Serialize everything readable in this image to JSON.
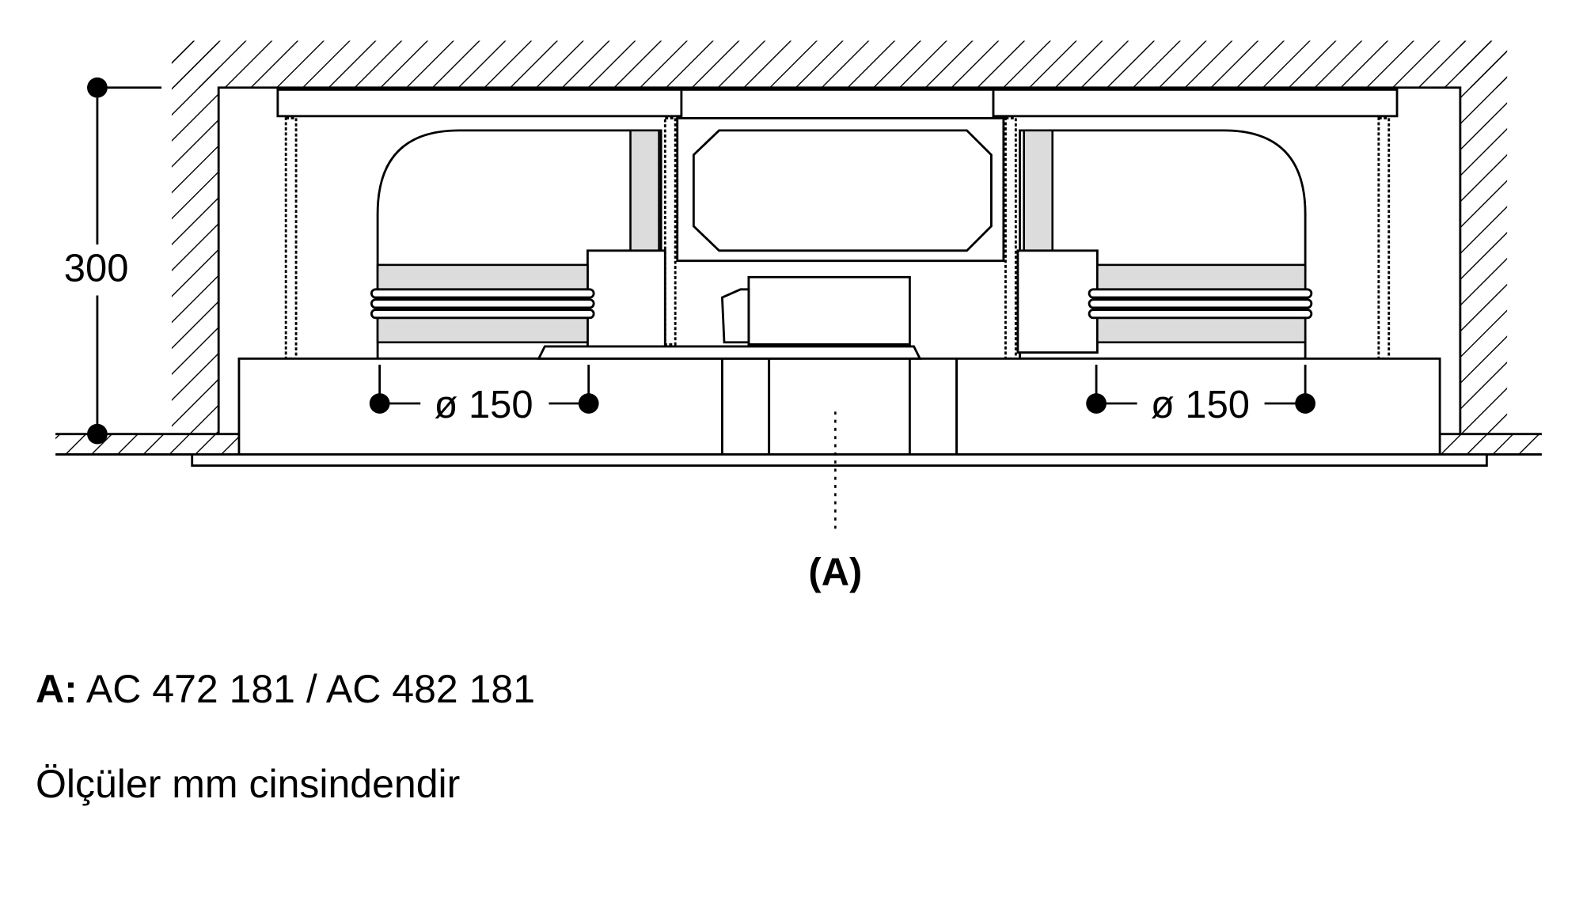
{
  "diagram": {
    "height_dimension": "300",
    "left_diameter": "ø 150",
    "right_diameter": "ø 150",
    "callout": "(A)"
  },
  "legend": {
    "key": "A:",
    "value": "AC 472 181 / AC 482 181",
    "units_note": "Ölçüler mm cinsindendir"
  }
}
